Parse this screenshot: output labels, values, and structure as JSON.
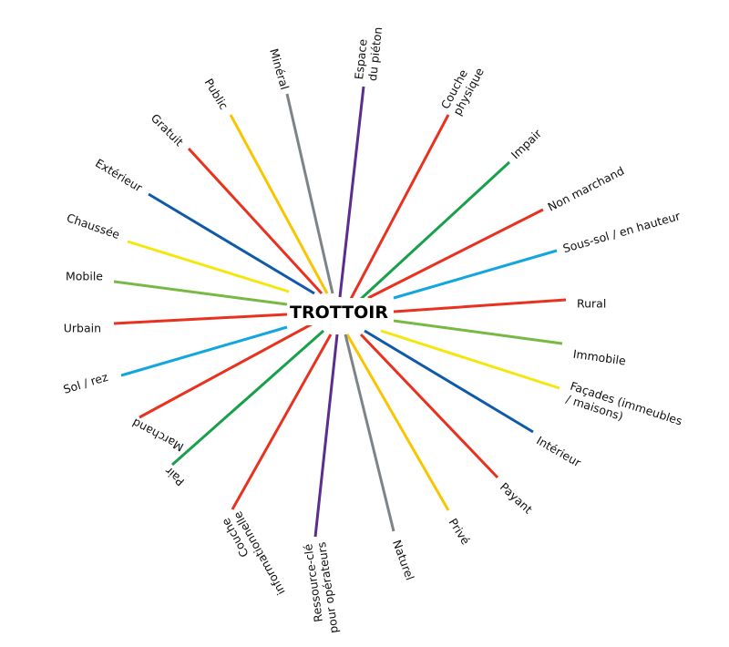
{
  "center": {
    "label": "TROTTOIR"
  },
  "colors": {
    "red": "#e8311f",
    "yellow": "#f9c400",
    "lightyellow": "#f5e60e",
    "gray": "#7d8487",
    "purple": "#5b2d8e",
    "green": "#19a04b",
    "blue": "#0f5aa8",
    "cyan": "#13a6de",
    "lime": "#78b943"
  },
  "spokes": [
    {
      "name": "espace-du-pieton",
      "lines": [
        "Espace",
        "du piéton"
      ],
      "color": "purple"
    },
    {
      "name": "couche-physique",
      "lines": [
        "Couche",
        "physique"
      ],
      "color": "red"
    },
    {
      "name": "impair",
      "lines": [
        "Impair"
      ],
      "color": "green"
    },
    {
      "name": "non-marchand",
      "lines": [
        "Non marchand"
      ],
      "color": "red"
    },
    {
      "name": "sous-sol-en-hauteur",
      "lines": [
        "Sous-sol / en hauteur"
      ],
      "color": "cyan"
    },
    {
      "name": "rural",
      "lines": [
        "Rural"
      ],
      "color": "red"
    },
    {
      "name": "immobile",
      "lines": [
        "Immobile"
      ],
      "color": "lime"
    },
    {
      "name": "facades",
      "lines": [
        "Façades (immeubles",
        "/ maisons)"
      ],
      "color": "lightyellow"
    },
    {
      "name": "interieur",
      "lines": [
        "Intérieur"
      ],
      "color": "blue"
    },
    {
      "name": "payant",
      "lines": [
        "Payant"
      ],
      "color": "red"
    },
    {
      "name": "prive",
      "lines": [
        "Privé"
      ],
      "color": "yellow"
    },
    {
      "name": "naturel",
      "lines": [
        "Naturel"
      ],
      "color": "gray"
    },
    {
      "name": "ressource-cle",
      "lines": [
        "Ressource-clé",
        "pour opérateurs"
      ],
      "color": "purple"
    },
    {
      "name": "couche-informationnelle",
      "lines": [
        "Couche",
        "informationnelle"
      ],
      "color": "red"
    },
    {
      "name": "pair",
      "lines": [
        "Pair"
      ],
      "color": "green"
    },
    {
      "name": "marchand",
      "lines": [
        "Marchand"
      ],
      "color": "red"
    },
    {
      "name": "sol-rez",
      "lines": [
        "Sol / rez"
      ],
      "color": "cyan"
    },
    {
      "name": "urbain",
      "lines": [
        "Urbain"
      ],
      "color": "red"
    },
    {
      "name": "mobile",
      "lines": [
        "Mobile"
      ],
      "color": "lime"
    },
    {
      "name": "chaussee",
      "lines": [
        "Chaussée"
      ],
      "color": "lightyellow"
    },
    {
      "name": "exterieur",
      "lines": [
        "Extérieur"
      ],
      "color": "blue"
    },
    {
      "name": "gratuit",
      "lines": [
        "Gratuit"
      ],
      "color": "red"
    },
    {
      "name": "public",
      "lines": [
        "Public"
      ],
      "color": "yellow"
    },
    {
      "name": "mineral",
      "lines": [
        "Minéral"
      ],
      "color": "gray"
    }
  ]
}
